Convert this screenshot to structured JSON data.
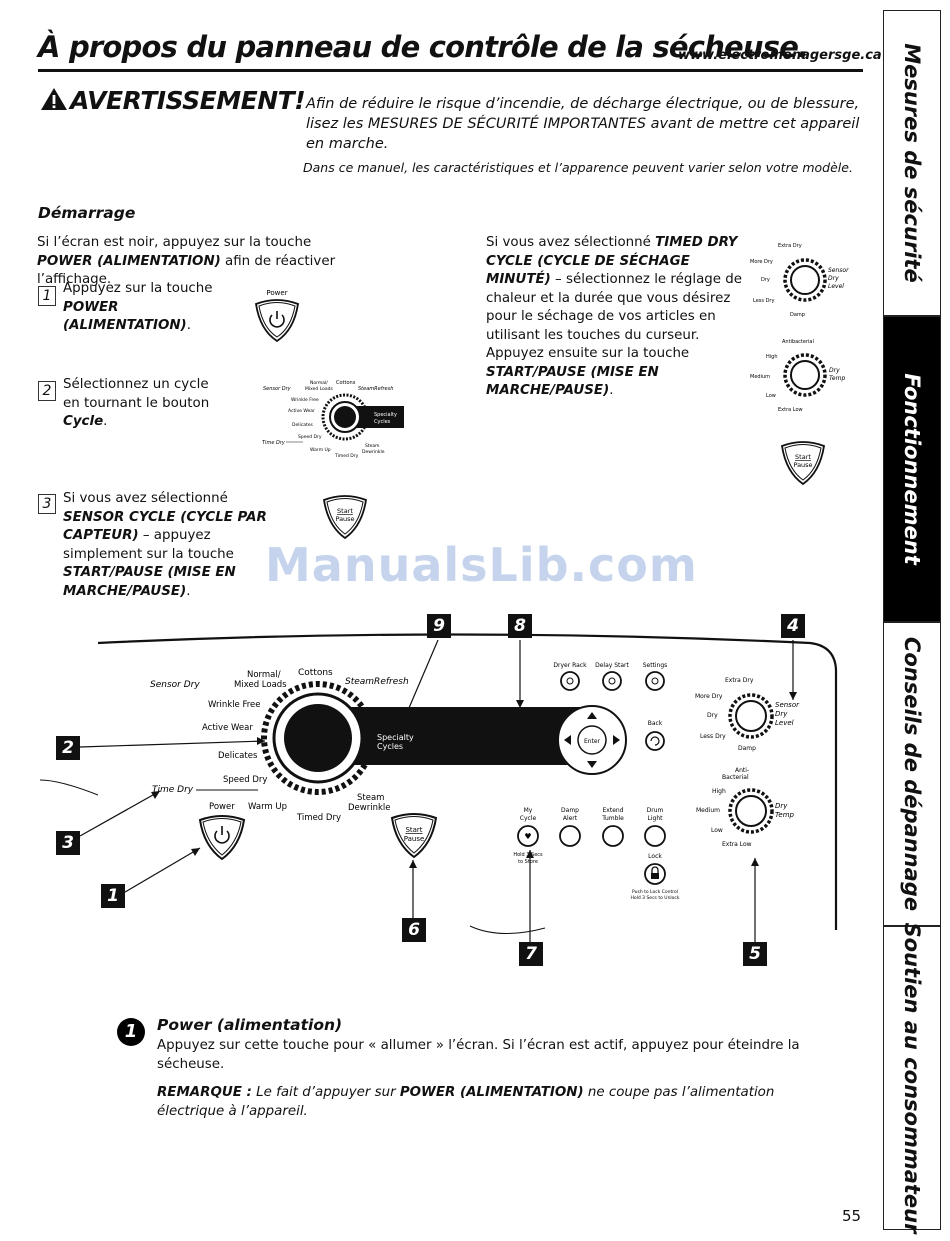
{
  "header": {
    "title": "À propos du panneau de contrôle de la sécheuse.",
    "website": "www.electromenagersge.ca"
  },
  "warning": {
    "label": "AVERTISSEMENT!",
    "text": "Afin de réduire le risque d’incendie, de décharge électrique, ou de blessure, lisez les MESURES DE SÉCURITÉ IMPORTANTES avant de mettre cet appareil en marche.",
    "variance_note": "Dans ce manuel, les caractéristiques et l’apparence peuvent varier selon votre modèle."
  },
  "startup": {
    "heading": "Démarrage",
    "intro_a": "Si l’écran est noir, appuyez sur la touche ",
    "intro_b": "POWER (ALIMENTATION)",
    "intro_c": " afin de réactiver l’affichage.",
    "steps": [
      {
        "number": "1",
        "a": "Appuyez sur la touche ",
        "b": "POWER (ALIMENTATION)",
        "c": "."
      },
      {
        "number": "2",
        "a": "Sélectionnez un cycle en tournant le bouton ",
        "b": "Cycle",
        "c": "."
      },
      {
        "number": "3",
        "a": "Si vous avez sélectionné ",
        "b": "SENSOR CYCLE (CYCLE PAR CAPTEUR)",
        "c": " – appuyez simplement sur la touche ",
        "d": "START/PAUSE (MISE EN MARCHE/PAUSE)",
        "e": "."
      }
    ],
    "timed_dry": {
      "a": "Si vous avez sélectionné ",
      "b": "TIMED DRY CYCLE (CYCLE DE SÉCHAGE MINUTÉ)",
      "c": " – sélectionnez le réglage de chaleur et la durée que vous désirez pour le séchage de vos articles en utilisant les touches du curseur. Appuyez ensuite sur la touche ",
      "d": "START/PAUSE (MISE EN MARCHE/PAUSE)",
      "e": "."
    }
  },
  "mini_labels": {
    "power": "Power",
    "start": "Start",
    "pause": "Pause",
    "sensor_dry": "Sensor Dry",
    "normal": "Normal/",
    "mixed": "Mixed Loads",
    "cottons": "Cottons",
    "steam_refresh": "SteamRefresh",
    "wrinkle_free": "Wrinkle Free",
    "active_wear": "Active Wear",
    "delicates": "Delicates",
    "speed_dry": "Speed Dry",
    "time_dry": "Time Dry",
    "warm_up": "Warm Up",
    "timed_dry": "Timed Dry",
    "steam": "Steam",
    "dewrinkle": "Dewrinkle",
    "specialty": "Specialty",
    "cycles": "Cycles",
    "extra_dry": "Extra Dry",
    "more_dry": "More Dry",
    "dry": "Dry",
    "less_dry": "Less Dry",
    "damp": "Damp",
    "sensor": "Sensor",
    "dry_word": "Dry",
    "level": "Level",
    "antibacterial": "Antibacterial",
    "anti": "Anti-",
    "bacterial": "Bacterial",
    "high": "High",
    "medium": "Medium",
    "low": "Low",
    "extra_low": "Extra Low",
    "temp": "Temp"
  },
  "panel": {
    "dryer_rack": "Dryer Rack",
    "delay_start": "Delay Start",
    "settings": "Settings",
    "back": "Back",
    "enter": "Enter",
    "my_cycle_1": "My",
    "my_cycle_2": "Cycle",
    "damp_alert_1": "Damp",
    "damp_alert_2": "Alert",
    "extend_tumble_1": "Extend",
    "extend_tumble_2": "Tumble",
    "drum_light_1": "Drum",
    "drum_light_2": "Light",
    "hold_1": "Hold 3 Secs",
    "hold_2": "to Store",
    "lock": "Lock",
    "lock_note_1": "Push to Lock Control",
    "lock_note_2": "Hold 3 Secs to Unlock"
  },
  "callouts": [
    "1",
    "2",
    "3",
    "4",
    "5",
    "6",
    "7",
    "8",
    "9"
  ],
  "watermark": "ManualsLib.com",
  "power_section": {
    "number": "1",
    "heading": "Power (alimentation)",
    "text": "Appuyez sur cette touche pour « allumer » l’écran. Si l’écran est actif, appuyez pour éteindre la sécheuse.",
    "note_label": "REMARQUE :",
    "note_a": " Le fait d’appuyer sur ",
    "note_b": "POWER (ALIMENTATION)",
    "note_c": " ne coupe pas l’alimentation électrique à l’appareil."
  },
  "side_tabs": [
    {
      "label": "Mesures de sécurité",
      "active": false
    },
    {
      "label": "Fonctionnement",
      "active": true
    },
    {
      "label": "Conseils de dépannage",
      "active": false
    },
    {
      "label": "Soutien au consommateur",
      "active": false
    }
  ],
  "page_number": "55"
}
